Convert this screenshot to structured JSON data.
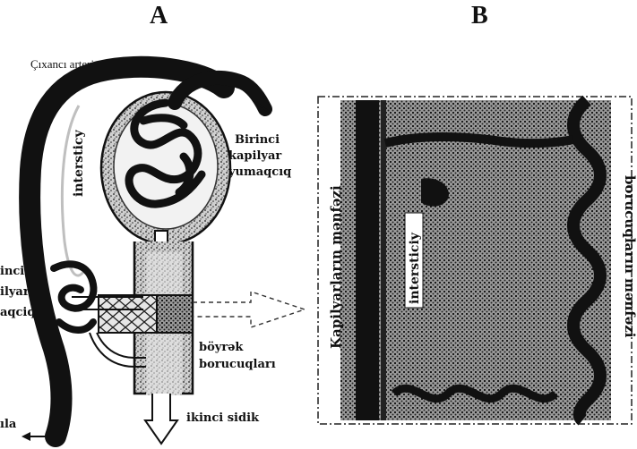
{
  "panels": {
    "a": "A",
    "b": "B"
  },
  "top_caption": "Çıxancı arteriol Gatlrici arteriol",
  "labels": {
    "intersticy_a": "intersticy",
    "glomerulus_1": "Birinci",
    "glomerulus_2": "kapilyar",
    "glomerulus_3": "yumaqcıq",
    "second_cap_1": "inci",
    "second_cap_2": "ilyar",
    "second_cap_3": "aqciq",
    "tubules_1": "böyrək",
    "tubules_2": "borucuqları",
    "urine": "ikinci sidik",
    "bottom_left": "ıla",
    "capillary_lumen": "Kapilyarların mənfəzi",
    "intersticy_b": "intersticiy",
    "tubule_lumen": "borucuqların mənfəzi"
  },
  "colors": {
    "ink": "#111111",
    "stipple": "#6a6a6a",
    "paper": "#ffffff"
  }
}
